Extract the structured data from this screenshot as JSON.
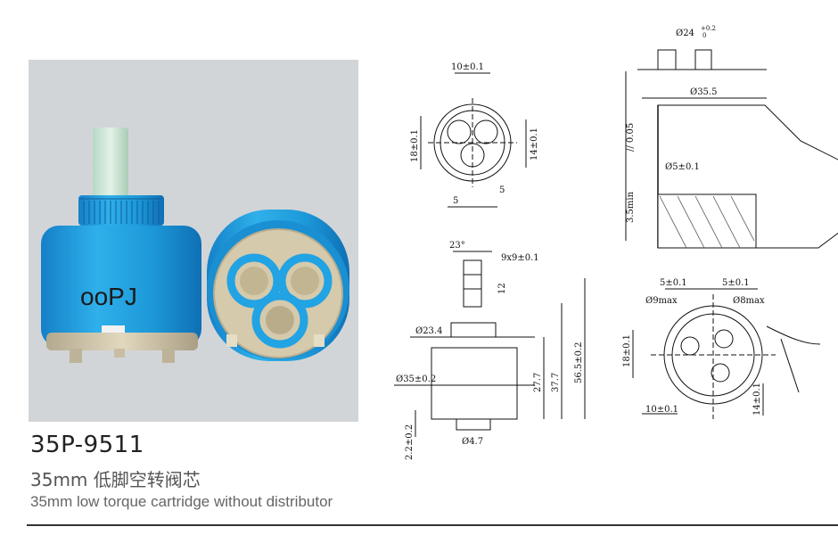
{
  "product": {
    "brand": "ooPJ",
    "model": "35P-9511",
    "title_cn": "35mm 低脚空转阀芯",
    "title_en": "35mm low torque cartridge without distributor"
  },
  "drawing": {
    "top_view": {
      "d_top": "10±0.1",
      "d_left": "18±0.1",
      "d_right": "14±0.1",
      "d_bottom_a": "5",
      "d_bottom_b": "5"
    },
    "section": {
      "d_bore": "Ø24",
      "d_tol": "+0.2",
      "d_tol0": "0",
      "d_35": "Ø35.5",
      "d_5": "Ø5±0.1",
      "d_flat": "// 0.05",
      "d_min": "3.5min"
    },
    "side_view": {
      "angle": "23°",
      "stem": "9x9±0.1",
      "stem_h": "12",
      "d_234": "Ø23.4",
      "d_35": "Ø35±0.2",
      "h_277": "27.7",
      "h_377": "37.7",
      "h_565": "56.5±0.2",
      "d_47": "Ø4.7",
      "h_22": "2.2±0.2"
    },
    "bottom_view": {
      "d_a": "5±0.1",
      "d_b": "5±0.1",
      "d_9": "Ø9max",
      "d_8": "Ø8max",
      "d_left": "18±0.1",
      "d_bottom": "10±0.1",
      "d_right": "14±0.1"
    }
  },
  "colors": {
    "cartridge_blue": "#1ea4e0",
    "ceramic_beige": "#d9cdb0",
    "stem": "#cde8d6"
  }
}
